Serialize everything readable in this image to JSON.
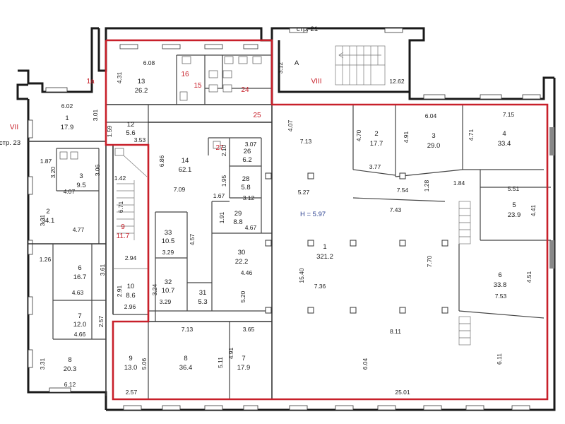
{
  "street_labels": [
    {
      "id": "str21",
      "text": "стр. 21"
    },
    {
      "id": "str23",
      "text": "стр. 23"
    }
  ],
  "section_labels": [
    {
      "id": "VII",
      "text": "VII"
    },
    {
      "id": "VIII",
      "text": "VIII"
    },
    {
      "id": "A",
      "text": "A"
    },
    {
      "id": "1a",
      "text": "1а"
    }
  ],
  "height_label": "H = 5.97",
  "rooms": [
    {
      "id": "r1-big",
      "number": "1",
      "area": "321.2"
    },
    {
      "id": "r2-right",
      "number": "2",
      "area": "17.7"
    },
    {
      "id": "r3-right",
      "number": "3",
      "area": "29.0"
    },
    {
      "id": "r4-right",
      "number": "4",
      "area": "33.4"
    },
    {
      "id": "r5-right",
      "number": "5",
      "area": "23.9"
    },
    {
      "id": "r6-right",
      "number": "6",
      "area": "33.8"
    },
    {
      "id": "r7-bottom",
      "number": "7",
      "area": "17.9"
    },
    {
      "id": "r8-bottom",
      "number": "8",
      "area": "36.4"
    },
    {
      "id": "r9-bottom",
      "number": "9",
      "area": "13.0"
    },
    {
      "id": "r13",
      "number": "13",
      "area": "26.2"
    },
    {
      "id": "r12",
      "number": "12",
      "area": "5.6"
    },
    {
      "id": "r14",
      "number": "14",
      "area": "62.1"
    },
    {
      "id": "r26",
      "number": "26",
      "area": "6.2"
    },
    {
      "id": "r28",
      "number": "28",
      "area": "5.8"
    },
    {
      "id": "r29",
      "number": "29",
      "area": "8.8"
    },
    {
      "id": "r30",
      "number": "30",
      "area": "22.2"
    },
    {
      "id": "r31",
      "number": "31",
      "area": "5.3"
    },
    {
      "id": "r32",
      "number": "32",
      "area": "10.7"
    },
    {
      "id": "r33",
      "number": "33",
      "area": "10.5"
    },
    {
      "id": "r9-stair",
      "number": "9",
      "area": "11.7"
    },
    {
      "id": "r10",
      "number": "10",
      "area": "8.6"
    },
    {
      "id": "l1",
      "number": "1",
      "area": "17.9"
    },
    {
      "id": "l2",
      "number": "2",
      "area": "34.1"
    },
    {
      "id": "l3",
      "number": "3",
      "area": "9.5"
    },
    {
      "id": "l6",
      "number": "6",
      "area": "16.7"
    },
    {
      "id": "l7",
      "number": "7",
      "area": "12.0"
    },
    {
      "id": "l8",
      "number": "8",
      "area": "20.3"
    }
  ],
  "red_numbers": [
    "16",
    "15",
    "24",
    "25",
    "27"
  ],
  "dimensions": [
    "6.08",
    "4.31",
    "3.12",
    "12.62",
    "6.04",
    "7.15",
    "4.70",
    "4.91",
    "4.71",
    "4.07",
    "7.13",
    "3.77",
    "7.54",
    "1.28",
    "1.84",
    "5.51",
    "4.41",
    "5.27",
    "7.43",
    "15.40",
    "7.70",
    "7.36",
    "4.51",
    "7.53",
    "8.11",
    "6.04",
    "6.11",
    "25.01",
    "6.02",
    "3.01",
    "1.59",
    "3.53",
    "6.86",
    "7.09",
    "3.07",
    "2.10",
    "1.95",
    "3.12",
    "1.67",
    "1.91",
    "4.67",
    "1.87",
    "3.20",
    "3.06",
    "4.07",
    "3.31",
    "4.77",
    "1.42",
    "6.71",
    "2.94",
    "3.29",
    "4.57",
    "4.46",
    "1.26",
    "3.61",
    "4.63",
    "2.91",
    "2.96",
    "3.24",
    "3.29",
    "5.20",
    "2.57",
    "4.66",
    "7.13",
    "3.65",
    "5.06",
    "5.11",
    "4.91",
    "2.57",
    "3.31",
    "6.12"
  ]
}
